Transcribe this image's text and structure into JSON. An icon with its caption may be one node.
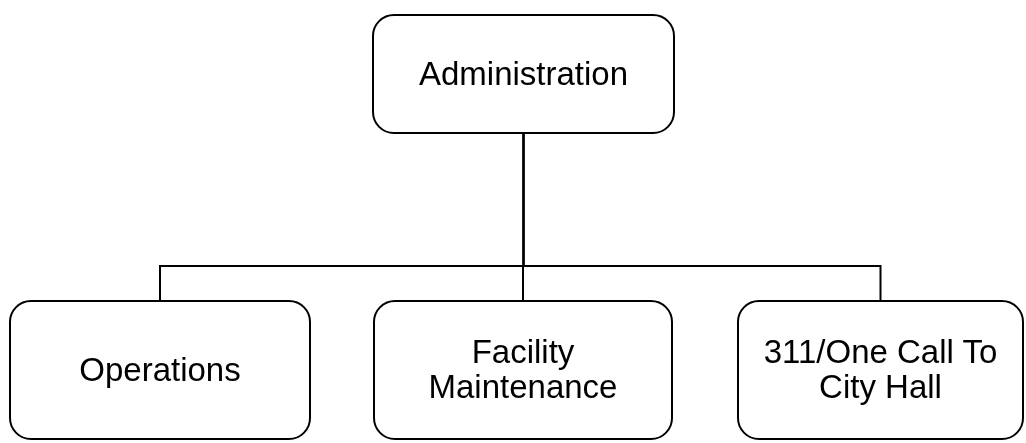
{
  "diagram": {
    "nodes": [
      {
        "text": [
          "Administration"
        ]
      },
      {
        "text": [
          "Operations"
        ]
      },
      {
        "text": [
          "Facility Maintenance"
        ]
      },
      {
        "text": [
          "311/One Call To City Hall"
        ]
      }
    ],
    "edges": [
      {
        "from": 0,
        "to": 1,
        "arrow": "none"
      },
      {
        "from": 0,
        "to": 2,
        "arrow": "none"
      },
      {
        "from": 0,
        "to": 3,
        "arrow": "none"
      }
    ]
  }
}
